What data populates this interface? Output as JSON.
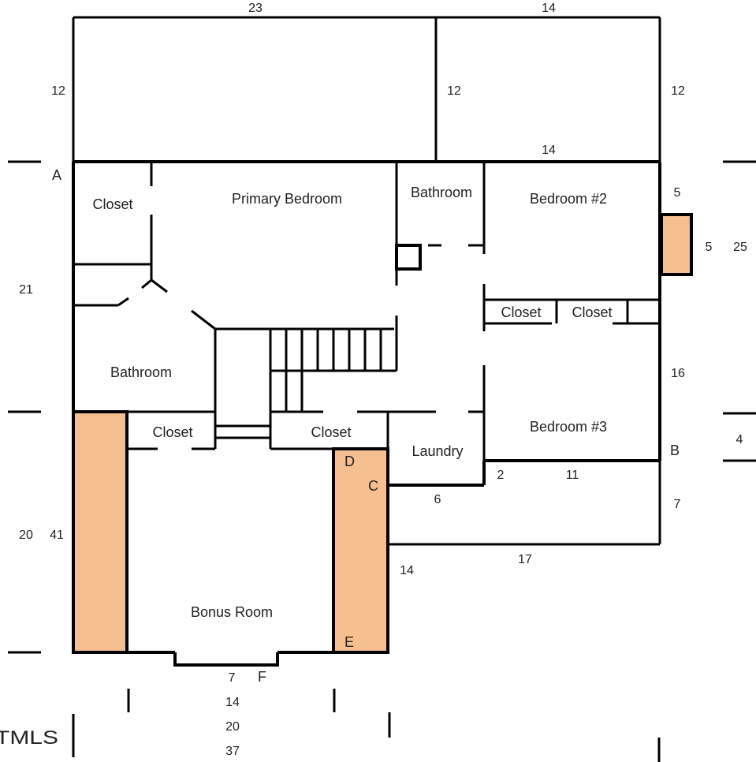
{
  "colors": {
    "wall": "#000000",
    "deck_fill": "#f6bf90",
    "text": "#222222",
    "background": "#ffffff"
  },
  "rooms": {
    "closet_primary": "Closet",
    "primary_bedroom": "Primary Bedroom",
    "bathroom_upper": "Bathroom",
    "bedroom_2": "Bedroom #2",
    "closet_bed2_a": "Closet",
    "closet_bed2_b": "Closet",
    "bathroom_primary": "Bathroom",
    "bedroom_3": "Bedroom #3",
    "closet_left": "Closet",
    "closet_right": "Closet",
    "laundry": "Laundry",
    "bonus_room": "Bonus Room"
  },
  "points": {
    "a": "A",
    "b": "B",
    "c": "C",
    "d": "D",
    "e": "E",
    "f": "F"
  },
  "dimensions": {
    "top_left_width": "23",
    "top_right_width": "14",
    "top_left_depth": "12",
    "top_mid_depth": "12",
    "top_right_depth": "12",
    "top_bottom_width": "14",
    "right_upper": "5",
    "chimney": "5",
    "right_total": "25",
    "left_upper": "21",
    "right_mid": "16",
    "right_small": "4",
    "laundry_step": "2",
    "bed3_bottom": "11",
    "laundry_bottom": "6",
    "right_lower": "7",
    "lower_width": "17",
    "left_lower": "20",
    "left_total": "41",
    "mid_lower": "14",
    "bay": "7",
    "bonus_width": "14",
    "wide_20": "20",
    "overall_width": "37"
  },
  "logo": {
    "text": "TMLS"
  }
}
